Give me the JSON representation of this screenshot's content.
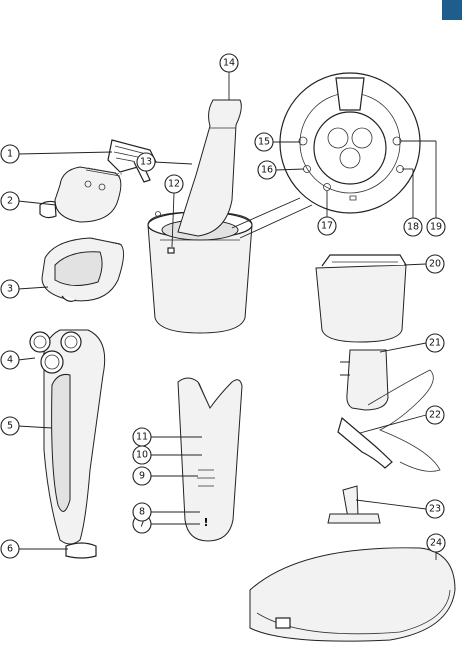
{
  "colors": {
    "tab": "#1f5e8c",
    "line": "#222222"
  },
  "callouts": {
    "c1": "1",
    "c2": "2",
    "c3": "3",
    "c4": "4",
    "c5": "5",
    "c6": "6",
    "c7": "7",
    "c8": "8",
    "c9": "9",
    "c10": "10",
    "c11": "11",
    "c12": "12",
    "c13": "13",
    "c14": "14",
    "c15": "15",
    "c16": "16",
    "c17": "17",
    "c18": "18",
    "c19": "19",
    "c20": "20",
    "c21": "21",
    "c22": "22",
    "c23": "23",
    "c24": "24"
  },
  "symbols": {
    "warning": "!"
  }
}
